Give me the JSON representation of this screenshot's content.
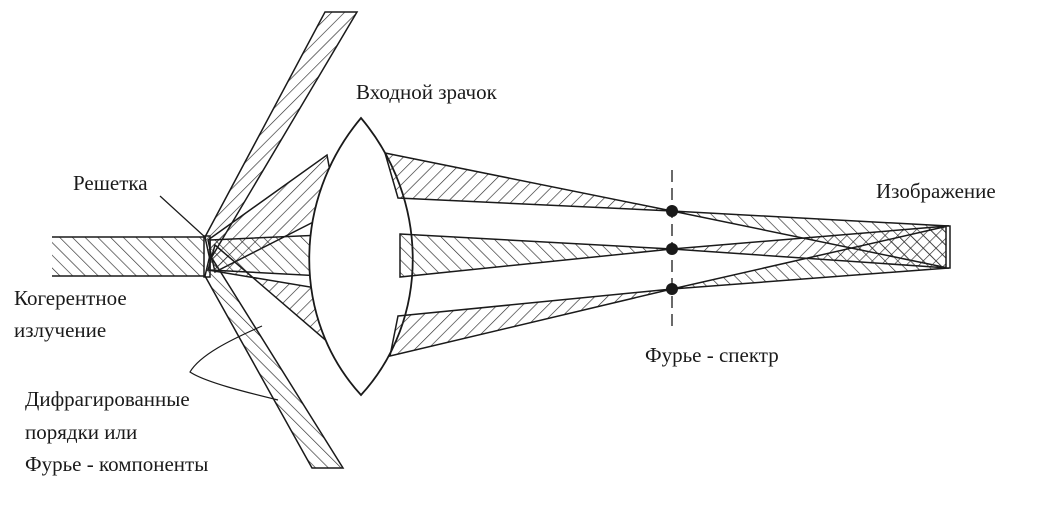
{
  "labels": {
    "entrance_pupil": "Входной зрачок",
    "grating": "Решетка",
    "image": "Изображение",
    "coherent_light_1": "Когерентное",
    "coherent_light_2": "излучение",
    "fourier_spectrum": "Фурье - спектр",
    "diffracted_1": "Дифрагированные",
    "diffracted_2": "порядки или",
    "diffracted_3": "Фурье - компоненты"
  },
  "colors": {
    "line": "#1a1a1a",
    "hatch": "#2a2a2a",
    "background": "#ffffff"
  }
}
